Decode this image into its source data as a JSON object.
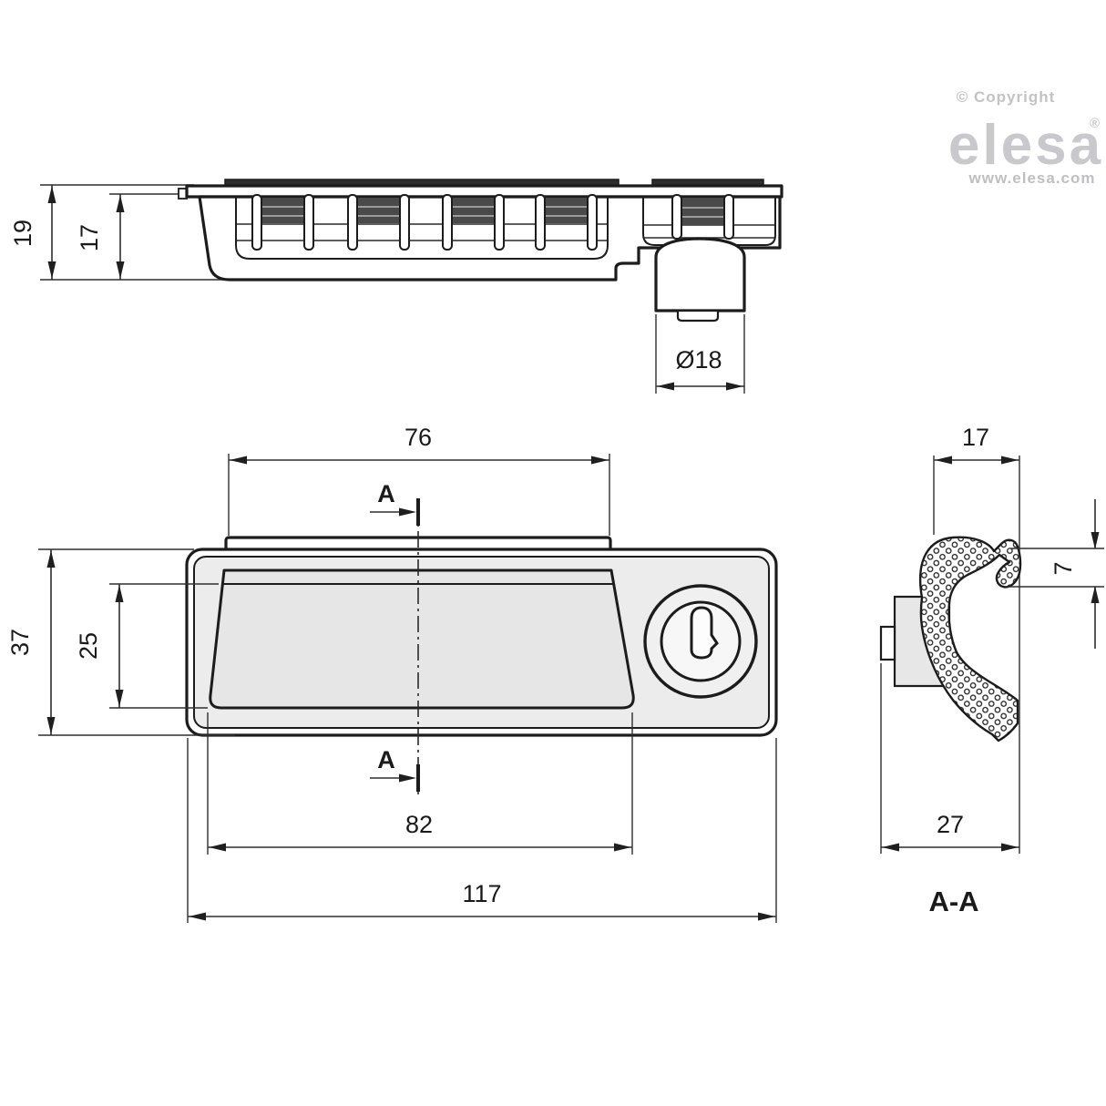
{
  "logo": {
    "copyright": "© Copyright",
    "brand": "elesa",
    "registered": "®",
    "website": "www.elesa.com"
  },
  "section_marker": "A",
  "dimensions": {
    "side_view": {
      "total_height": "19",
      "body_height": "17",
      "lock_diameter": "Ø18"
    },
    "front_view": {
      "lip_width": "76",
      "height": "37",
      "handle_height": "25",
      "handle_width": "82",
      "total_width": "117"
    },
    "section_view": {
      "label": "A-A",
      "depth": "17",
      "lip_protrusion": "7",
      "overall_depth": "27"
    }
  },
  "colors": {
    "line": "#1c1c1c",
    "fill_light": "#ececec",
    "fill_dark": "#4a4a4a",
    "logo_gray": "#c9c9cd"
  }
}
